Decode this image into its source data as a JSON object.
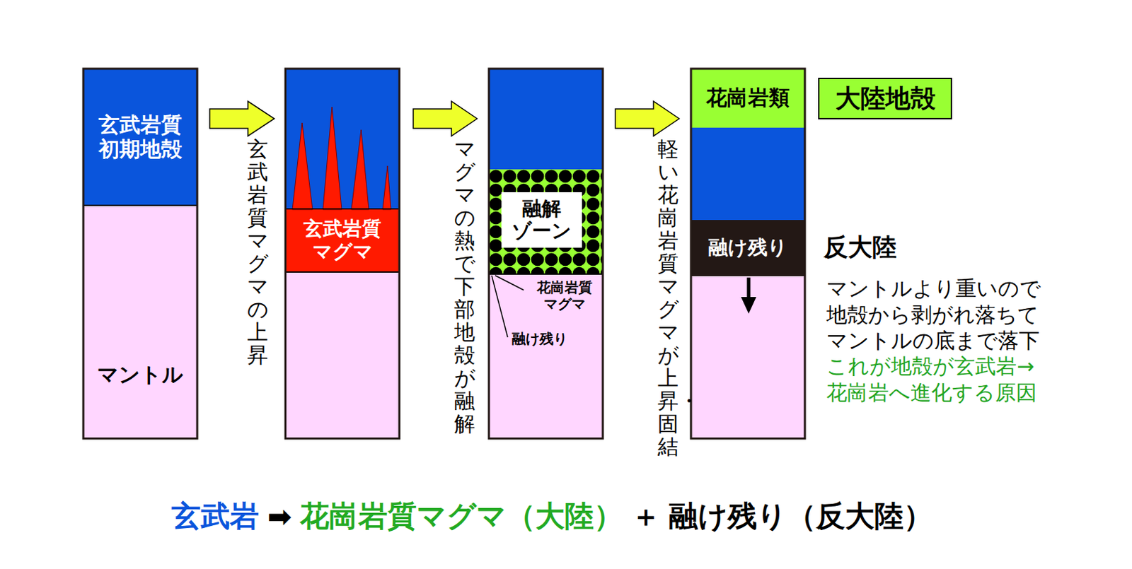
{
  "diagram": {
    "nodes": [
      {
        "text": [
          "玄武岩質 初期地殻"
        ]
      },
      {
        "text": [
          "マントル"
        ]
      },
      {
        "text": [
          "玄武岩質 マグマ"
        ]
      },
      {
        "text": [
          "融解 ゾーン"
        ]
      },
      {
        "text": [
          "花崗岩類"
        ]
      },
      {
        "text": [
          "大陸地殻"
        ]
      },
      {
        "text": [
          "融け残り"
        ]
      }
    ],
    "labels": [
      "玄武岩質マグマの上昇",
      "マグマの熱で下部地殻が融解",
      "花崗岩質 マグマ",
      "融け残り",
      "軽い花崗岩質マグマが上昇・固結",
      "反大陸",
      "マントルより重いので 地殻から剥がれ落ちて マントルの底まで落下",
      "これが地殻が玄武岩→ 花崗岩へ進化する原因",
      "玄武岩",
      "➡",
      "花崗岩質マグマ（大陸）",
      "＋",
      "融け残り（反大陸）"
    ]
  }
}
